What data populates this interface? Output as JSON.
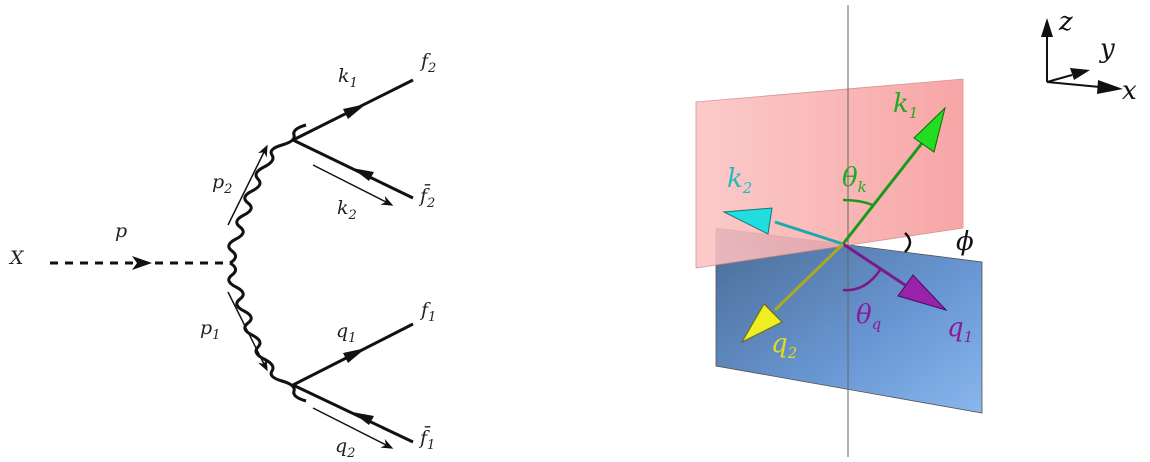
{
  "feynman": {
    "x_label": "X",
    "p_label": "p",
    "p1_label": "p",
    "p1_sub": "1",
    "p2_label": "p",
    "p2_sub": "2",
    "k1_label": "k",
    "k1_sub": "1",
    "k2_label": "k",
    "k2_sub": "2",
    "q1_label": "q",
    "q1_sub": "1",
    "q2_label": "q",
    "q2_sub": "2",
    "f1_label": "f",
    "f1_sub": "1",
    "f2_label": "f",
    "f2_sub": "2",
    "f1bar_label": "f̄",
    "f1bar_sub": "1",
    "f2bar_label": "f̄",
    "f2bar_sub": "2"
  },
  "frame": {
    "k1_label": "k",
    "k1_sub": "1",
    "k2_label": "k",
    "k2_sub": "2",
    "q1_label": "q",
    "q1_sub": "1",
    "q2_label": "q",
    "q2_sub": "2",
    "theta_k_label": "θ",
    "theta_k_sub": "k",
    "theta_q_label": "θ",
    "theta_q_sub": "q",
    "phi_label": "ϕ",
    "colors": {
      "upper_plane": "#f7a0a0",
      "lower_plane": "#4a7ab8",
      "k1": "#22dd22",
      "k2": "#22dddd",
      "q1": "#9922aa",
      "q2": "#eeee22"
    }
  },
  "axes": {
    "z_label": "z",
    "y_label": "y",
    "x_label": "x"
  }
}
